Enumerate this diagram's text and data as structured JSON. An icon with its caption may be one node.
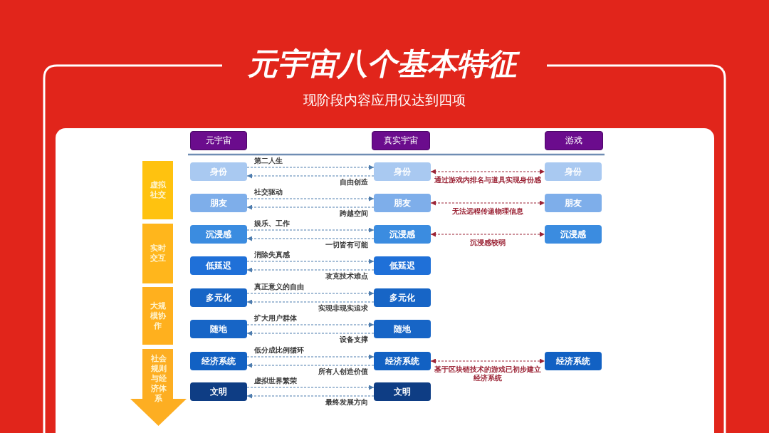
{
  "diagram": {
    "title": "元宇宙八个基本特征",
    "nodes": [
      {
        "text": [
          "元宇宙"
        ]
      },
      {
        "text": [
          "真实宇宙"
        ]
      },
      {
        "text": [
          "游戏"
        ]
      },
      {
        "text": [
          "虚拟社交"
        ]
      },
      {
        "text": [
          "实时交互"
        ]
      },
      {
        "text": [
          "大规模协作"
        ]
      },
      {
        "text": [
          "社会规则与经济体系"
        ]
      },
      {
        "text": [
          "身份"
        ]
      },
      {
        "text": [
          "朋友"
        ]
      },
      {
        "text": [
          "沉浸感"
        ]
      },
      {
        "text": [
          "低延迟"
        ]
      },
      {
        "text": [
          "多元化"
        ]
      },
      {
        "text": [
          "随地"
        ]
      },
      {
        "text": [
          "经济系统"
        ]
      },
      {
        "text": [
          "文明"
        ]
      },
      {
        "text": [
          "身份"
        ]
      },
      {
        "text": [
          "朋友"
        ]
      },
      {
        "text": [
          "沉浸感"
        ]
      },
      {
        "text": [
          "低延迟"
        ]
      },
      {
        "text": [
          "多元化"
        ]
      },
      {
        "text": [
          "随地"
        ]
      },
      {
        "text": [
          "经济系统"
        ]
      },
      {
        "text": [
          "文明"
        ]
      },
      {
        "text": [
          "身份"
        ]
      },
      {
        "text": [
          "朋友"
        ]
      },
      {
        "text": [
          "沉浸感"
        ]
      },
      {
        "text": [
          "经济系统"
        ]
      }
    ],
    "edges": [
      {
        "from": 7,
        "to": 15,
        "arrow": "to",
        "style": "dashed",
        "label": "第二人生"
      },
      {
        "from": 15,
        "to": 7,
        "arrow": "to",
        "style": "dashed",
        "label": "自由创造"
      },
      {
        "from": 8,
        "to": 16,
        "arrow": "to",
        "style": "dashed",
        "label": "社交驱动"
      },
      {
        "from": 16,
        "to": 8,
        "arrow": "to",
        "style": "dashed",
        "label": "跨越空间"
      },
      {
        "from": 9,
        "to": 17,
        "arrow": "to",
        "style": "dashed",
        "label": "娱乐、工作"
      },
      {
        "from": 17,
        "to": 9,
        "arrow": "to",
        "style": "dashed",
        "label": "一切皆有可能"
      },
      {
        "from": 10,
        "to": 18,
        "arrow": "to",
        "style": "dashed",
        "label": "消除失真感"
      },
      {
        "from": 18,
        "to": 10,
        "arrow": "to",
        "style": "dashed",
        "label": "攻克技术难点"
      },
      {
        "from": 11,
        "to": 19,
        "arrow": "to",
        "style": "dashed",
        "label": "真正意义的自由"
      },
      {
        "from": 19,
        "to": 11,
        "arrow": "to",
        "style": "dashed",
        "label": "实现非现实追求"
      },
      {
        "from": 12,
        "to": 20,
        "arrow": "to",
        "style": "dashed",
        "label": "扩大用户群体"
      },
      {
        "from": 20,
        "to": 12,
        "arrow": "to",
        "style": "dashed",
        "label": "设备支撑"
      },
      {
        "from": 13,
        "to": 21,
        "arrow": "to",
        "style": "dashed",
        "label": "低分成比例循环"
      },
      {
        "from": 21,
        "to": 13,
        "arrow": "to",
        "style": "dashed",
        "label": "所有人创造价值"
      },
      {
        "from": 14,
        "to": 22,
        "arrow": "to",
        "style": "dashed",
        "label": "虚拟世界繁荣"
      },
      {
        "from": 22,
        "to": 14,
        "arrow": "to",
        "style": "dashed",
        "label": "最终发展方向"
      },
      {
        "from": 15,
        "to": 23,
        "arrow": "both",
        "style": "dashed",
        "color": "#9b2335",
        "label": "通过游戏内排名与道具实现身份感"
      },
      {
        "from": 16,
        "to": 24,
        "arrow": "both",
        "style": "dashed",
        "color": "#9b2335",
        "label": "无法远程传递物理信息"
      },
      {
        "from": 17,
        "to": 25,
        "arrow": "both",
        "style": "dashed",
        "color": "#9b2335",
        "label": "沉浸感较弱"
      },
      {
        "from": 21,
        "to": 26,
        "arrow": "both",
        "style": "dashed",
        "color": "#9b2335",
        "label": "基于区块链技术的游戏已初步建立经济系统"
      }
    ],
    "labels": [
      "现阶段内容应用仅达到四项"
    ]
  }
}
